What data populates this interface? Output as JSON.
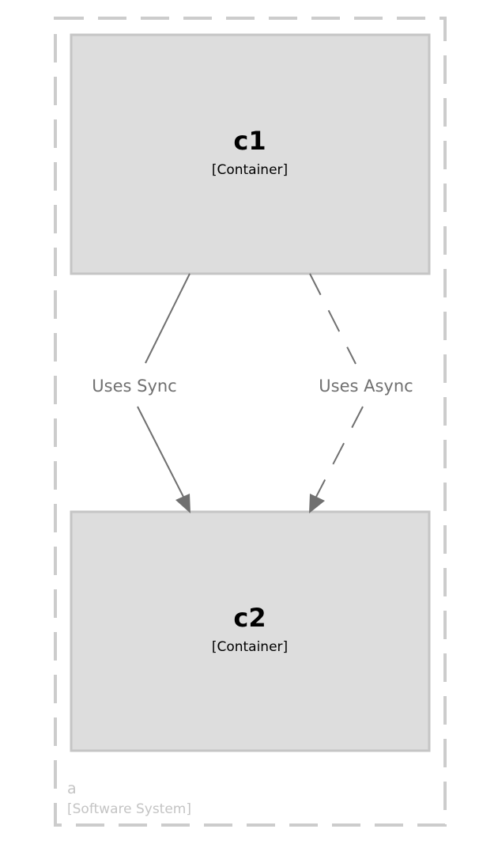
{
  "boundary": {
    "name": "a",
    "type": "[Software System]"
  },
  "containers": [
    {
      "id": "c1",
      "name": "c1",
      "type": "[Container]"
    },
    {
      "id": "c2",
      "name": "c2",
      "type": "[Container]"
    }
  ],
  "relationships": [
    {
      "from": "c1",
      "to": "c2",
      "label": "Uses Sync",
      "style": "solid"
    },
    {
      "from": "c1",
      "to": "c2",
      "label": "Uses Async",
      "style": "dashed"
    }
  ],
  "colors": {
    "container_fill": "#dddddd",
    "container_border": "#c5c5c5",
    "boundary_border": "#cccccc",
    "edge": "#707070",
    "boundary_text": "#c4c4c4"
  },
  "icons": {
    "sync_arrowhead": "filled-triangle-arrowhead",
    "async_arrowhead": "filled-triangle-arrowhead"
  }
}
